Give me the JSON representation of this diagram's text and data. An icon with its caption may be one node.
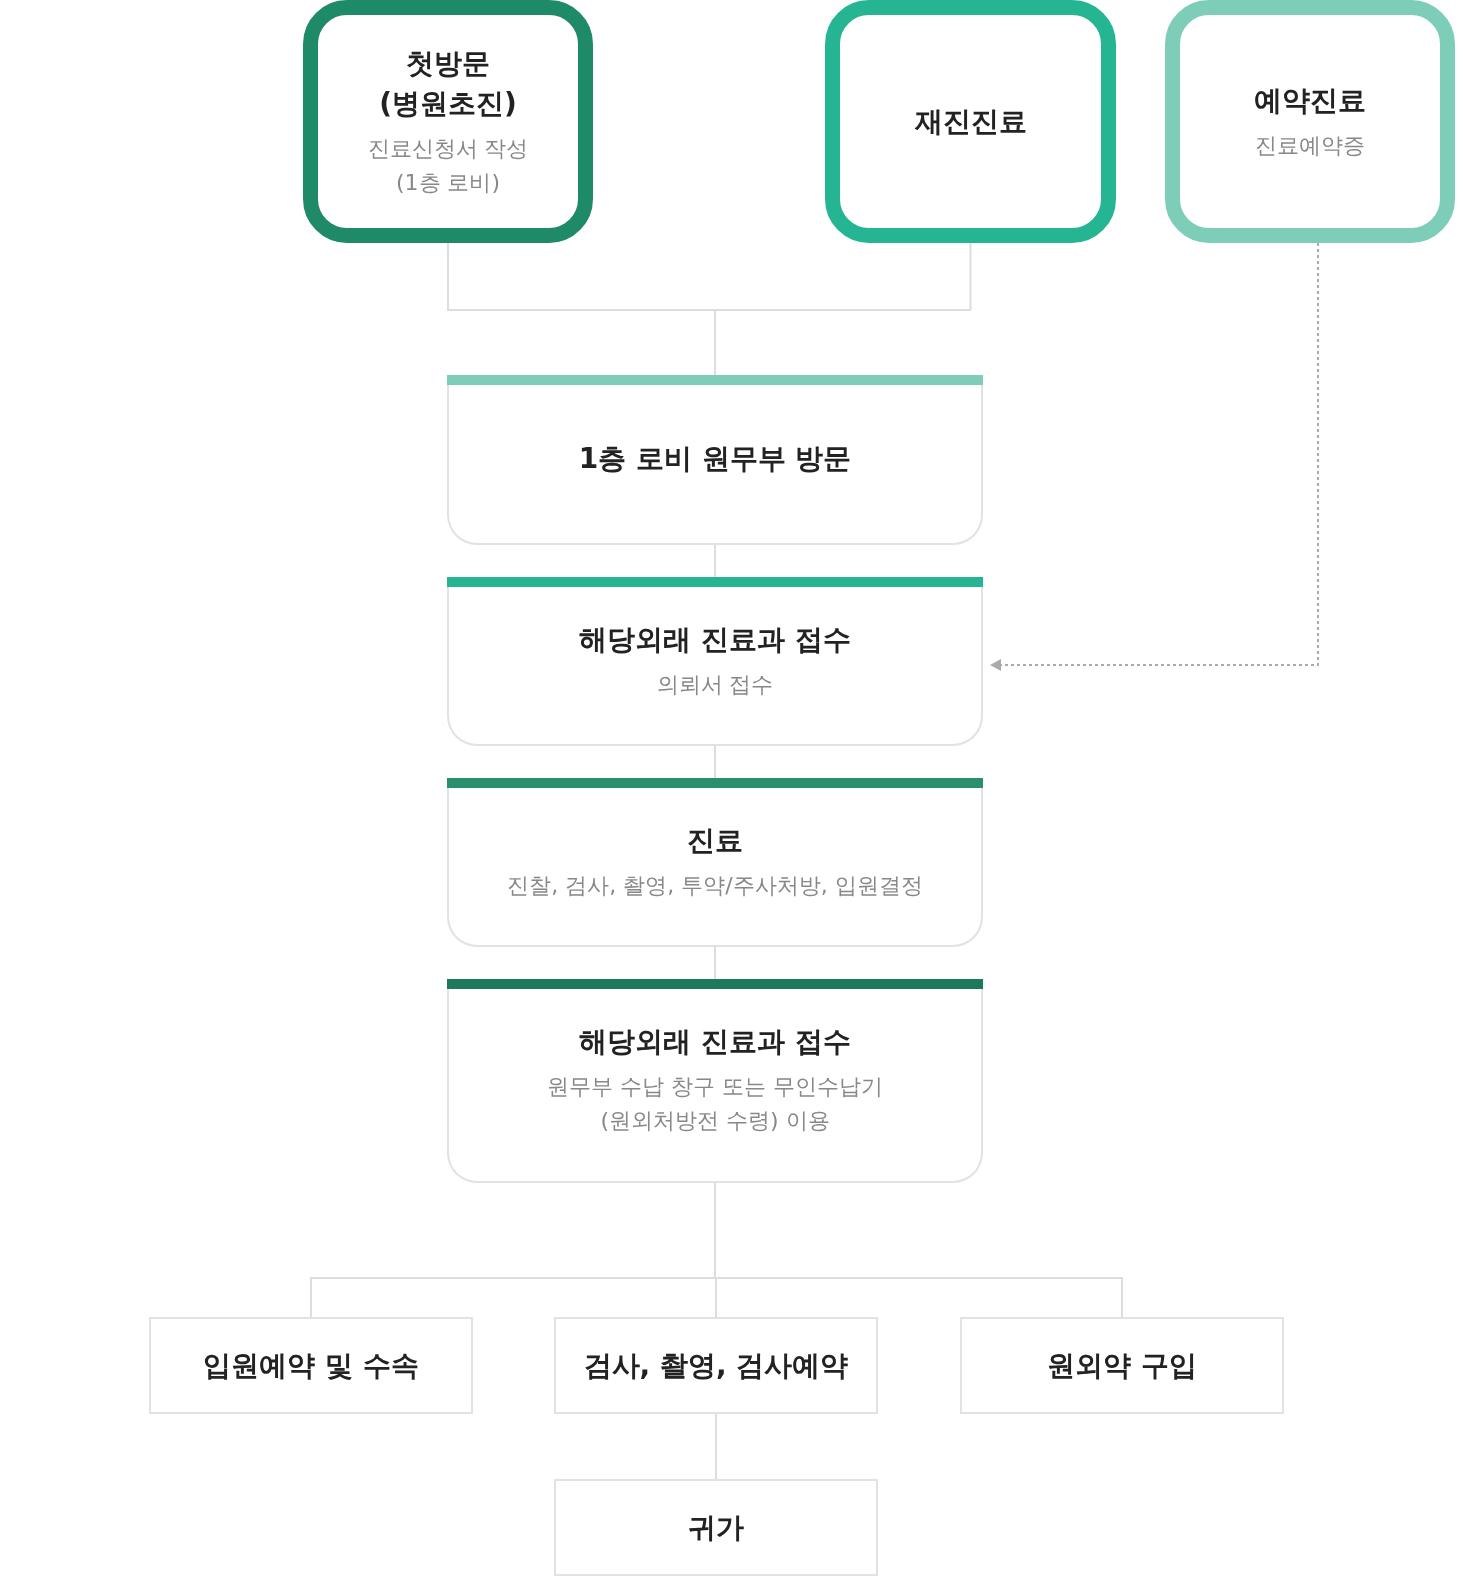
{
  "diagram": {
    "nodes": [
      {
        "text": [
          "첫방문 (병원초진)",
          "진료신청서 작성 (1층 로비)"
        ]
      },
      {
        "text": [
          "재진진료"
        ]
      },
      {
        "text": [
          "예약진료",
          "진료예약증"
        ]
      },
      {
        "text": [
          "1층 로비 원무부 방문"
        ]
      },
      {
        "text": [
          "해당외래 진료과 접수",
          "의뢰서 접수"
        ]
      },
      {
        "text": [
          "진료",
          "진찰, 검사, 촬영, 투약/주사처방, 입원결정"
        ]
      },
      {
        "text": [
          "해당외래 진료과 접수",
          "원무부 수납 창구 또는 무인수납기(원외처방전 수령) 이용"
        ]
      },
      {
        "text": [
          "입원예약 및 수속"
        ]
      },
      {
        "text": [
          "검사, 촬영, 검사예약"
        ]
      },
      {
        "text": [
          "원외약 구입"
        ]
      },
      {
        "text": [
          "귀가"
        ]
      }
    ],
    "edges": [
      {
        "from": 0,
        "to": 3,
        "arrow": "none"
      },
      {
        "from": 1,
        "to": 3,
        "arrow": "none"
      },
      {
        "from": 2,
        "to": 4,
        "arrow": "to",
        "style": "dashed",
        "color": "#aaaaaa"
      },
      {
        "from": 3,
        "to": 4,
        "arrow": "none"
      },
      {
        "from": 4,
        "to": 5,
        "arrow": "none"
      },
      {
        "from": 5,
        "to": 6,
        "arrow": "none"
      },
      {
        "from": 6,
        "to": 7,
        "arrow": "none"
      },
      {
        "from": 6,
        "to": 8,
        "arrow": "none"
      },
      {
        "from": 6,
        "to": 9,
        "arrow": "none"
      },
      {
        "from": 8,
        "to": 10,
        "arrow": "none"
      }
    ]
  }
}
